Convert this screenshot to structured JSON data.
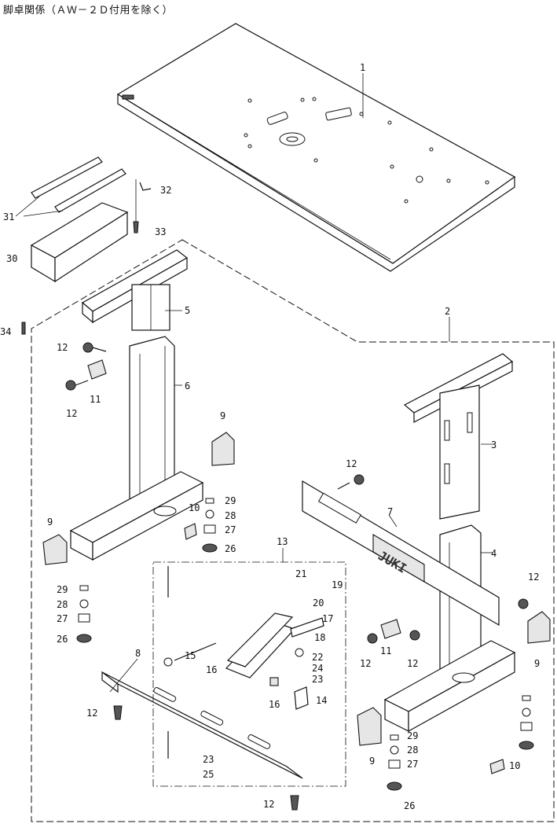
{
  "title": "脚卓関係（ＡＷ－２Ｄ付用を除く）",
  "logo_text": "JUKI",
  "callouts": [
    {
      "id": "c1",
      "label": "1"
    },
    {
      "id": "c2",
      "label": "2"
    },
    {
      "id": "c3",
      "label": "3"
    },
    {
      "id": "c4",
      "label": "4"
    },
    {
      "id": "c5",
      "label": "5"
    },
    {
      "id": "c6",
      "label": "6"
    },
    {
      "id": "c7",
      "label": "7"
    },
    {
      "id": "c8",
      "label": "8"
    },
    {
      "id": "c9a",
      "label": "9"
    },
    {
      "id": "c9b",
      "label": "9"
    },
    {
      "id": "c9c",
      "label": "9"
    },
    {
      "id": "c9d",
      "label": "9"
    },
    {
      "id": "c10a",
      "label": "10"
    },
    {
      "id": "c10b",
      "label": "10"
    },
    {
      "id": "c11a",
      "label": "11"
    },
    {
      "id": "c11b",
      "label": "11"
    },
    {
      "id": "c12a",
      "label": "12"
    },
    {
      "id": "c12b",
      "label": "12"
    },
    {
      "id": "c12c",
      "label": "12"
    },
    {
      "id": "c12d",
      "label": "12"
    },
    {
      "id": "c12e",
      "label": "12"
    },
    {
      "id": "c12f",
      "label": "12"
    },
    {
      "id": "c12g",
      "label": "12"
    },
    {
      "id": "c12h",
      "label": "12"
    },
    {
      "id": "c13",
      "label": "13"
    },
    {
      "id": "c14",
      "label": "14"
    },
    {
      "id": "c15",
      "label": "15"
    },
    {
      "id": "c16a",
      "label": "16"
    },
    {
      "id": "c16b",
      "label": "16"
    },
    {
      "id": "c17",
      "label": "17"
    },
    {
      "id": "c18",
      "label": "18"
    },
    {
      "id": "c19",
      "label": "19"
    },
    {
      "id": "c20",
      "label": "20"
    },
    {
      "id": "c21",
      "label": "21"
    },
    {
      "id": "c22",
      "label": "22"
    },
    {
      "id": "c23a",
      "label": "23"
    },
    {
      "id": "c23b",
      "label": "23"
    },
    {
      "id": "c24",
      "label": "24"
    },
    {
      "id": "c25",
      "label": "25"
    },
    {
      "id": "c26a",
      "label": "26"
    },
    {
      "id": "c26b",
      "label": "26"
    },
    {
      "id": "c26c",
      "label": "26"
    },
    {
      "id": "c27a",
      "label": "27"
    },
    {
      "id": "c27b",
      "label": "27"
    },
    {
      "id": "c27c",
      "label": "27"
    },
    {
      "id": "c28a",
      "label": "28"
    },
    {
      "id": "c28b",
      "label": "28"
    },
    {
      "id": "c28c",
      "label": "28"
    },
    {
      "id": "c29a",
      "label": "29"
    },
    {
      "id": "c29b",
      "label": "29"
    },
    {
      "id": "c29c",
      "label": "29"
    },
    {
      "id": "c30",
      "label": "30"
    },
    {
      "id": "c31",
      "label": "31"
    },
    {
      "id": "c32",
      "label": "32"
    },
    {
      "id": "c33",
      "label": "33"
    },
    {
      "id": "c34",
      "label": "34"
    }
  ]
}
